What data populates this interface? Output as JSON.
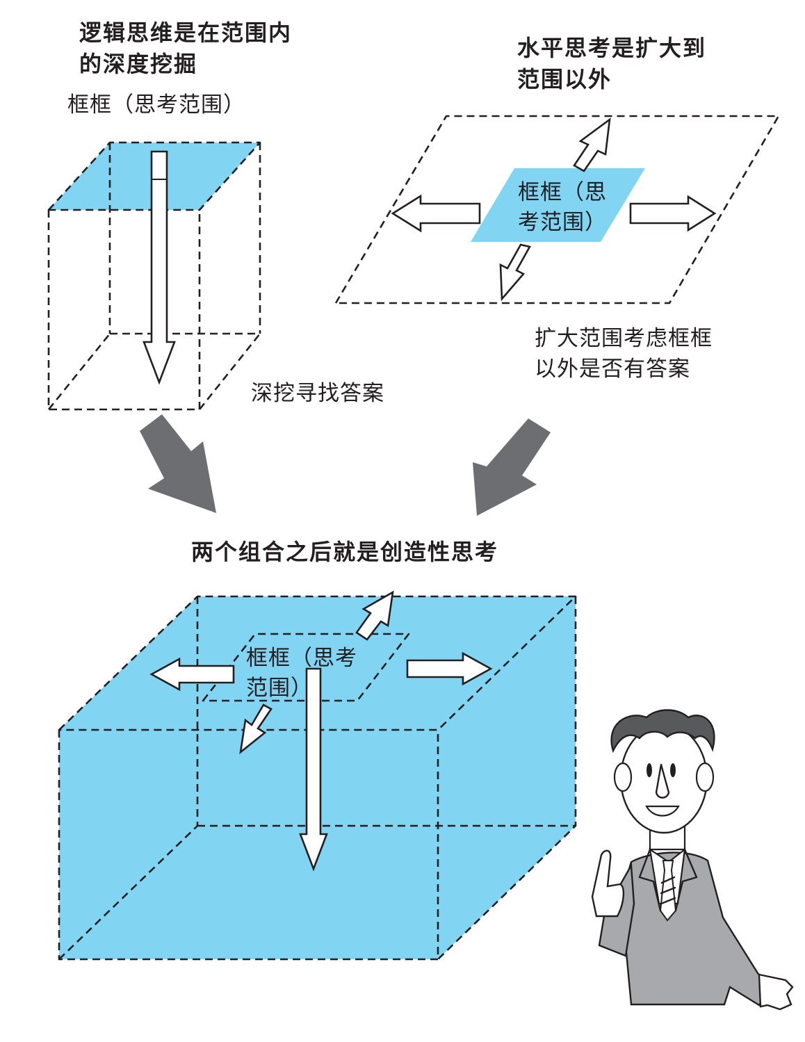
{
  "logical": {
    "title_line1": "逻辑思维是在范围内",
    "title_line2": "的深度挖掘",
    "frame_label": "框框（思考范围）",
    "dig_label": "深挖寻找答案"
  },
  "lateral": {
    "title_line1": "水平思考是扩大到",
    "title_line2": "范围以外",
    "frame_label_line1": "框框（思",
    "frame_label_line2": "考范围）",
    "expand_label_line1": "扩大范围考虑框框",
    "expand_label_line2": "以外是否有答案"
  },
  "combined": {
    "title": "两个组合之后就是创造性思考",
    "frame_label_line1": "框框（思考",
    "frame_label_line2": "范围）"
  },
  "colors": {
    "frame_fill": "#82d4f3",
    "flow_arrow": "#6d6e71",
    "ink": "#231f20",
    "suit": "#a7a9ac",
    "hair": "#58595b"
  }
}
